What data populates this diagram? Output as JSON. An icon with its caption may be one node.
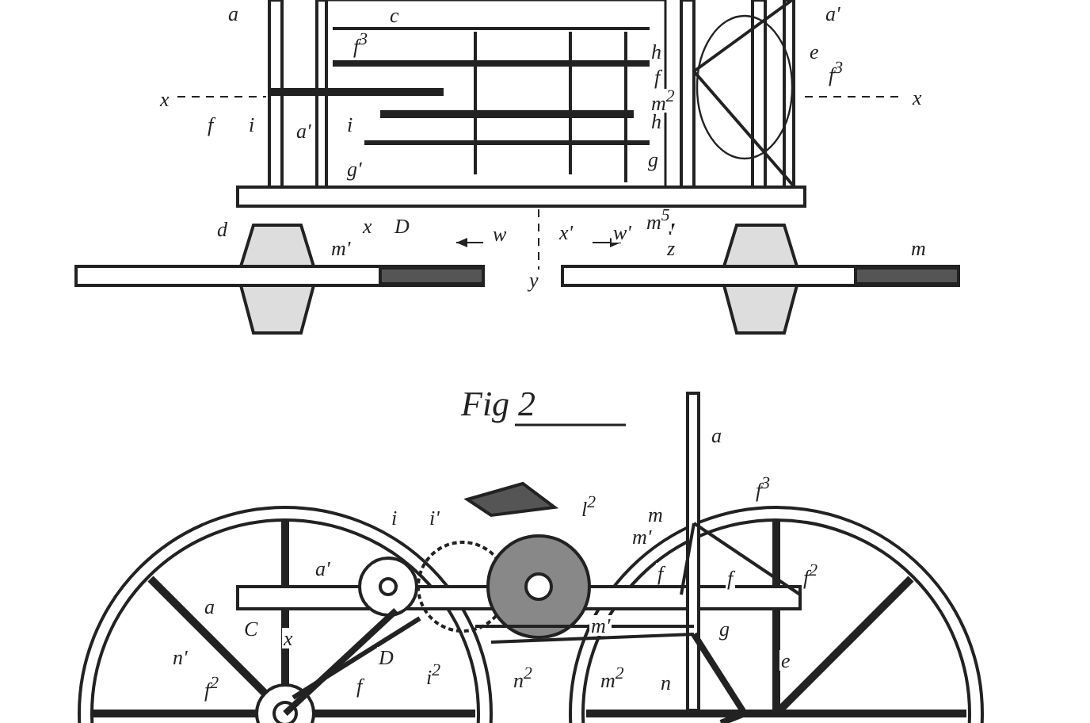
{
  "diagram": {
    "labels": [
      "a",
      "c",
      "f$^{3}$",
      "h",
      "f",
      "m$^{2}$",
      "h",
      "a'",
      "e",
      "f$^{3}$",
      "x",
      "f",
      "i",
      "a'",
      "i",
      "x",
      "g'",
      "g",
      "d",
      "x",
      "D",
      "m'",
      "w",
      "x'",
      "w'",
      "m$^{5}$",
      "z",
      "y",
      "m",
      "Fig 2",
      "a",
      "i",
      "i'",
      "l$^{2}$",
      "m",
      "m'",
      "f$^{3}$",
      "a'",
      "f",
      "f",
      "f$^{2}$",
      "a",
      "C",
      "x",
      "n'",
      "m'",
      "g",
      "D",
      "i$^{2}$",
      "n$^{2}$",
      "e",
      "m$^{2}$",
      "n",
      "f$^{2}$",
      "f"
    ]
  }
}
